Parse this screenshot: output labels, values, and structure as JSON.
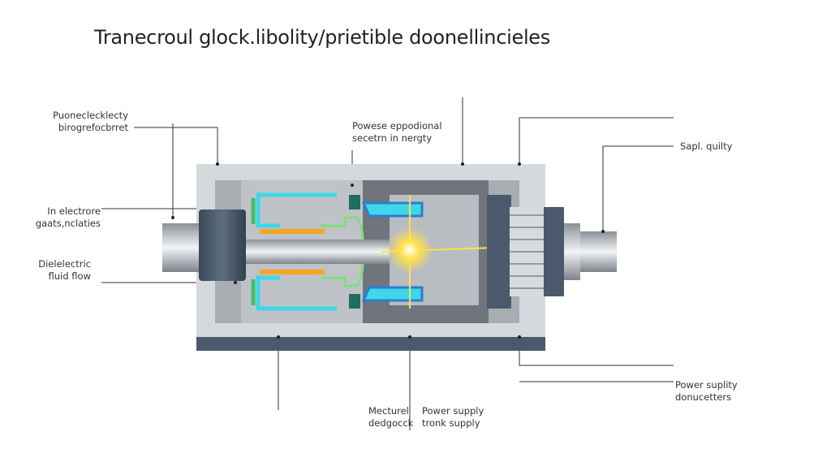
{
  "title": "Tranecroul glock.libolity/prietible doonellincieles",
  "labels": {
    "top_left": [
      "Puoneclecklecty",
      "birogrefocbrret"
    ],
    "mid_left": [
      "In electrore",
      "gaats,nclaties"
    ],
    "low_left": [
      "Dielelectric",
      "fluid flow"
    ],
    "top_center": [
      "Powese eppodional",
      "secetrn in nergty"
    ],
    "top_right": "Sapl. quilty",
    "bottom_right": [
      "Power suplity",
      "donucetters"
    ],
    "bottom_center_left": [
      "Mecturel",
      "dedgocck"
    ],
    "bottom_center_right": [
      "Power supply",
      "tronk supply"
    ]
  },
  "colors": {
    "housing": "#d5d9dd",
    "dark": "#4a5a6c",
    "cyan": "#3fd6ea",
    "blue": "#2b7fd0",
    "green": "#3fbf6a",
    "orange": "#f5a623",
    "spark": "#ffe14a"
  }
}
